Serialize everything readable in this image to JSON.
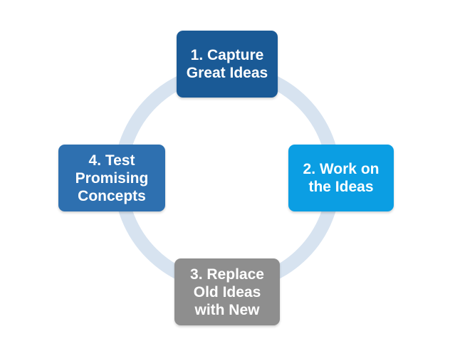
{
  "diagram": {
    "type": "cycle",
    "ring_color": "#d7e3f0",
    "steps": [
      {
        "label": "1. Capture\nGreat Ideas",
        "color": "#1a5a96"
      },
      {
        "label": "2. Work on\nthe Ideas",
        "color": "#0b9ee3"
      },
      {
        "label": "3. Replace\nOld Ideas\nwith New",
        "color": "#8e8e8e"
      },
      {
        "label": "4. Test\nPromising\nConcepts",
        "color": "#2e70b0"
      }
    ]
  }
}
